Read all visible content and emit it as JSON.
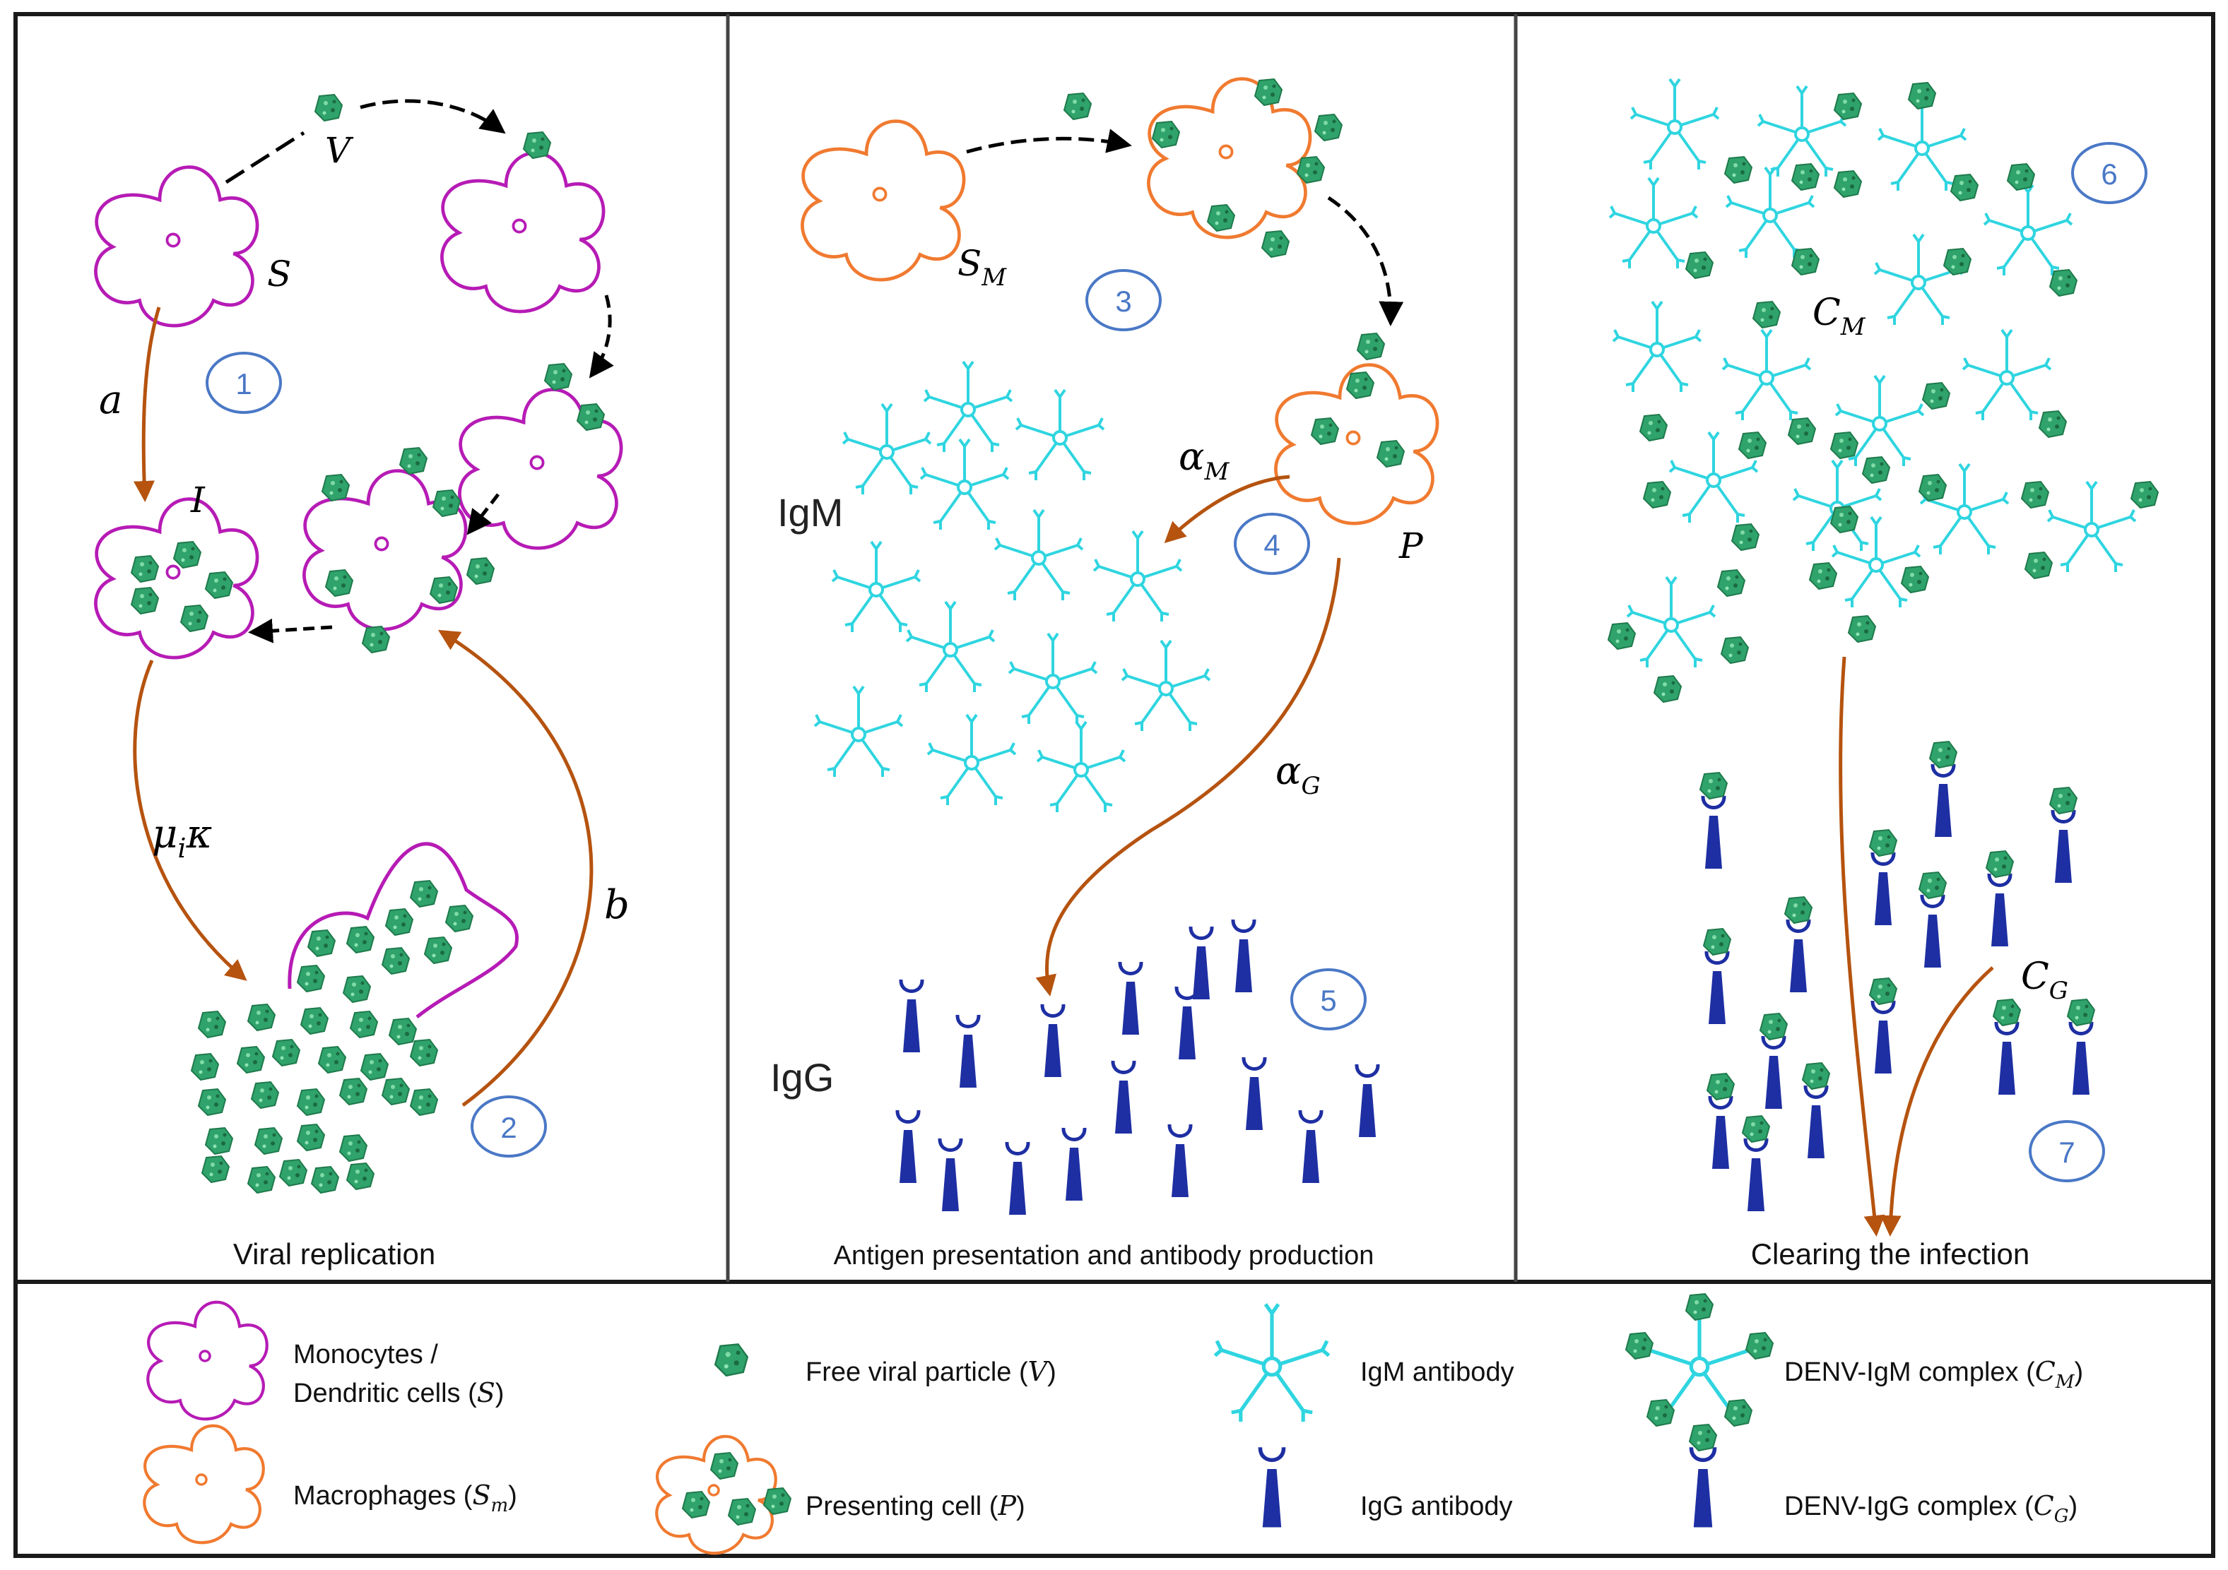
{
  "panels": {
    "p1": {
      "caption": "Viral replication",
      "labels": {
        "V": "V",
        "S": "S",
        "I": "I",
        "a": "a",
        "mu_kappa": "μ",
        "mu_sub": "i",
        "kappa": "κ",
        "b": "b"
      },
      "steps": [
        "1",
        "2"
      ]
    },
    "p2": {
      "caption": "Antigen presentation and antibody production",
      "labels": {
        "SM": "S",
        "SM_sub": "M",
        "alphaM": "α",
        "alphaM_sub": "M",
        "P": "P",
        "alphaG": "α",
        "alphaG_sub": "G",
        "IgM": "IgM",
        "IgG": "IgG"
      },
      "steps": [
        "3",
        "4",
        "5"
      ]
    },
    "p3": {
      "caption": "Clearing the infection",
      "labels": {
        "CM": "C",
        "CM_sub": "M",
        "CG": "C",
        "CG_sub": "G"
      },
      "steps": [
        "6",
        "7"
      ]
    }
  },
  "legend": {
    "monocytes_line1": "Monocytes /",
    "monocytes_line2": "Dendritic cells (",
    "monocytes_sym": "S",
    "macrophages": "Macrophages (",
    "macrophages_sym": "S",
    "macrophages_sub": "m",
    "free_viral": "Free viral particle (",
    "free_viral_sym": "V",
    "presenting": "Presenting cell (",
    "presenting_sym": "P",
    "igm_antibody": "IgM antibody",
    "igg_antibody": "IgG antibody",
    "denv_igm": "DENV-IgM complex (",
    "denv_igm_sym": "C",
    "denv_igm_sub": "M",
    "denv_igg": "DENV-IgG complex (",
    "denv_igg_sym": "C",
    "denv_igg_sub": "G",
    "close_paren": ")"
  },
  "colors": {
    "monocyte": "#b61bb5",
    "macrophage": "#f07a30",
    "virus": "#2fa36b",
    "igm": "#2fd5e0",
    "igg": "#1e2fa3",
    "process_arrow": "#b5530f",
    "step_circle": "#4a78c6"
  }
}
